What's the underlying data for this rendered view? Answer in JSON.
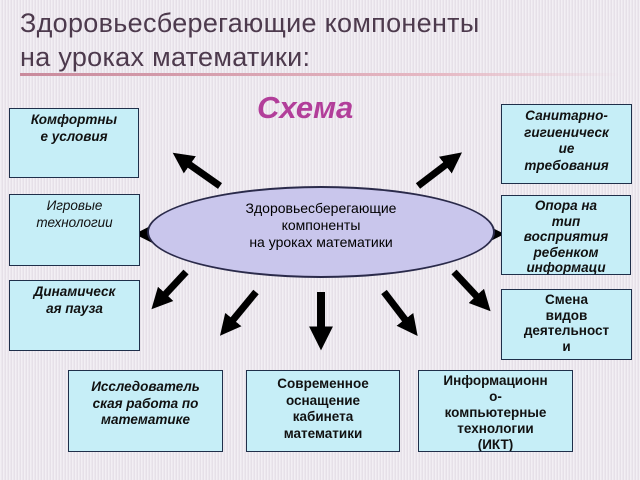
{
  "slide": {
    "title_line1": "Здоровьесберегающие компоненты",
    "title_line2": "на уроках математики:",
    "subtitle": "Схема"
  },
  "center": {
    "line1": "Здоровьесберегающие",
    "line2": "компоненты",
    "line3": "на уроках  математики"
  },
  "boxes": {
    "komfort": [
      "Комфортны",
      "е условия"
    ],
    "igrovye": [
      "Игровые",
      "технологии"
    ],
    "dinam": [
      "Динамическ",
      "ая пауза"
    ],
    "issl": [
      "Исследователь",
      "ская работа по",
      "математике"
    ],
    "sovr": [
      "Современное",
      "оснащение",
      "кабинета",
      "математики"
    ],
    "info": [
      "Информационн",
      "о-",
      "компьютерные",
      "технологии",
      "(ИКТ)"
    ],
    "san": [
      "Санитарно-",
      "гигиеническ",
      "ие",
      "требования"
    ],
    "opora": [
      "Опора на",
      "тип",
      "восприятия",
      "ребенком",
      "информаци"
    ],
    "smena": [
      "Смена",
      "видов",
      "деятельност",
      "и"
    ]
  },
  "colors": {
    "box_fill": "#c6eef7",
    "ellipse_fill": "#c9c6ec",
    "subtitle": "#b23e9a",
    "title": "#4d3a4d",
    "arrow": "#000000"
  }
}
